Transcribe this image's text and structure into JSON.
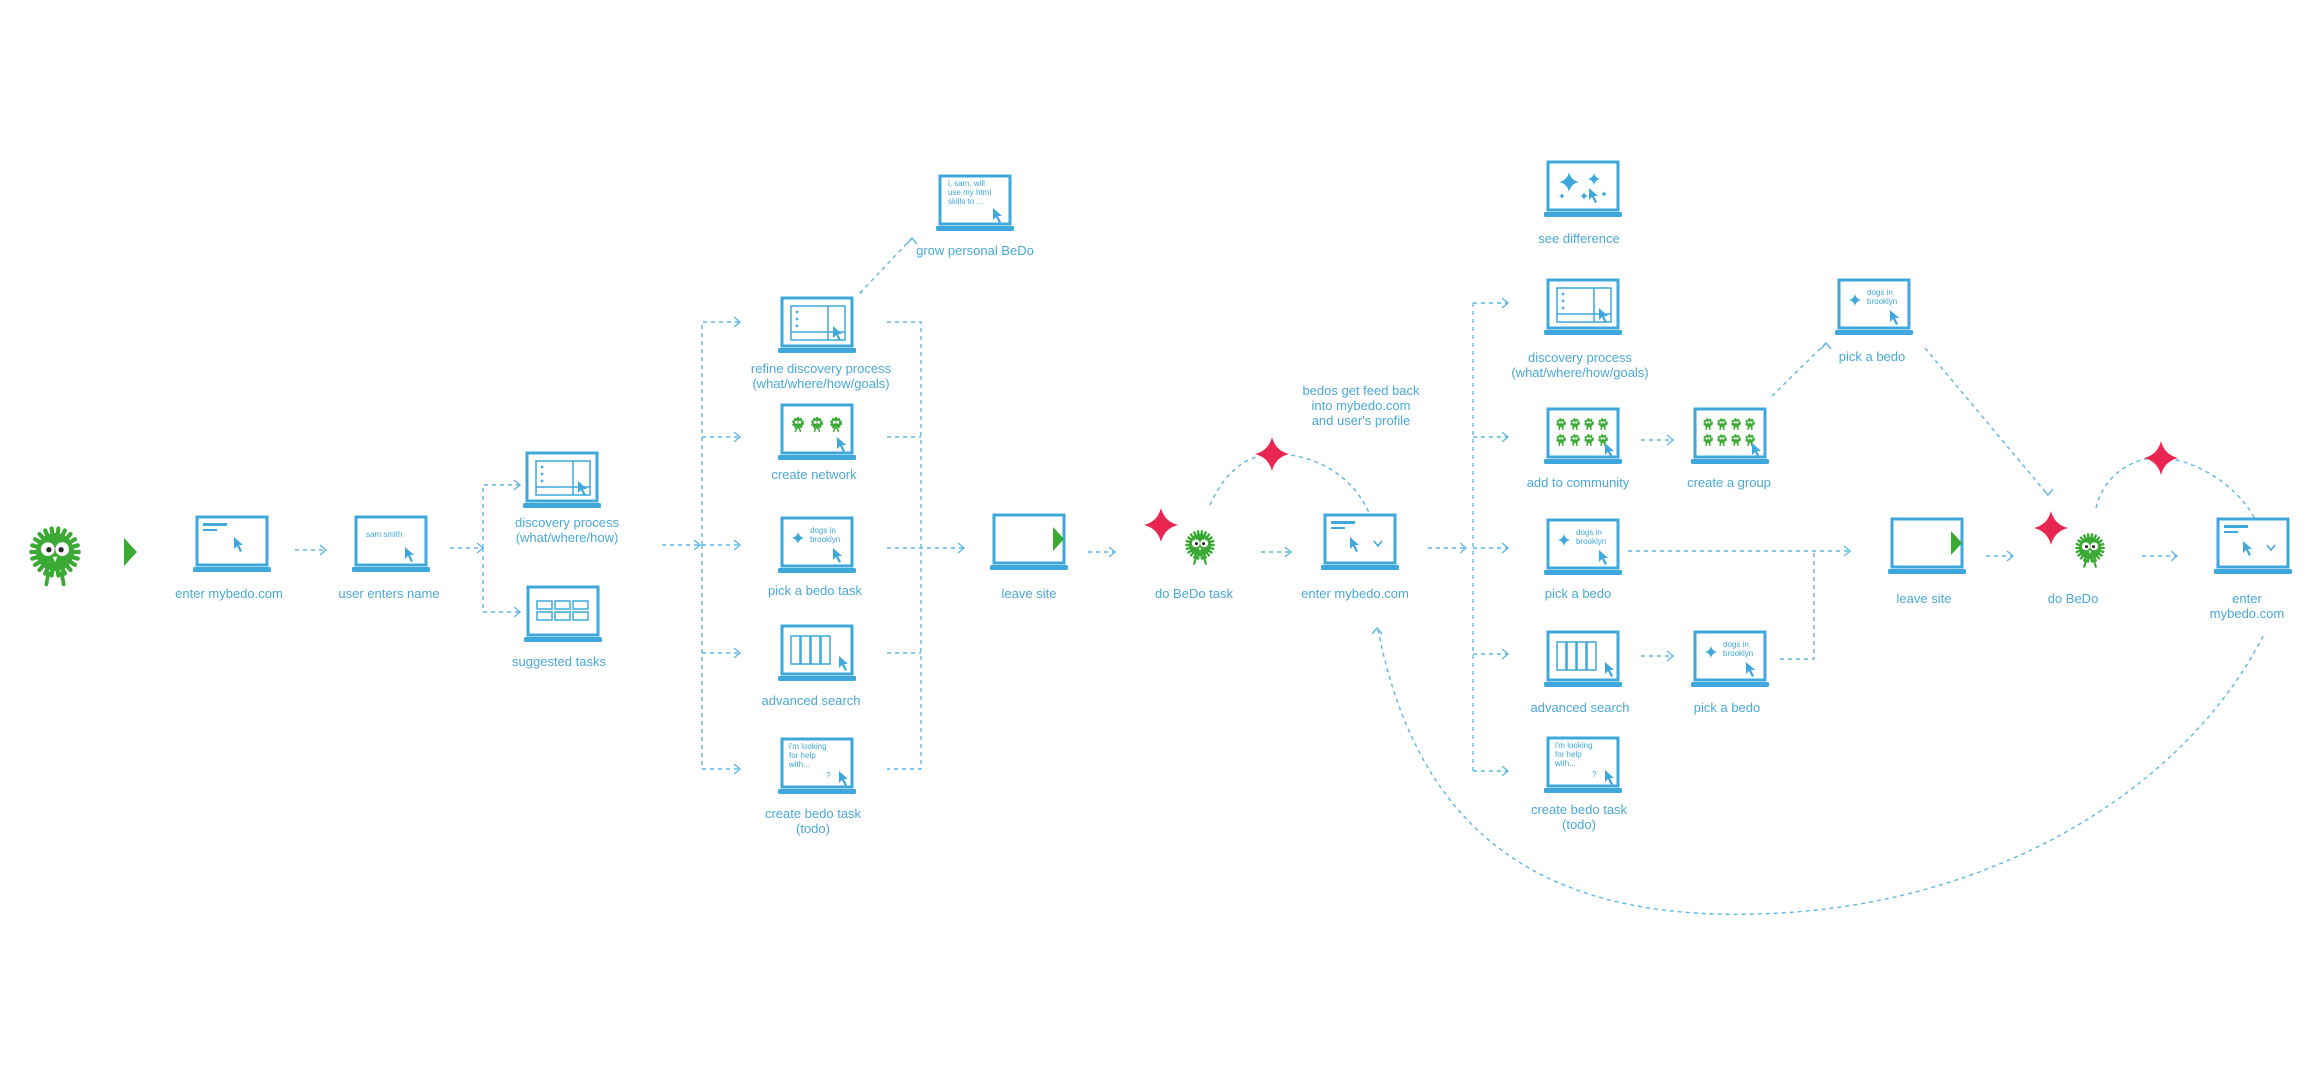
{
  "colors": {
    "flow": "#3ea8dc",
    "arrow": "#5fb7e5",
    "mascot": "#3aaa35",
    "spark": "#e8264f",
    "play": "#3aaa35"
  },
  "input_values": {
    "user_name": "sam smith",
    "dogs_in_brooklyn": "dogs in brooklyn",
    "grow_message": "i, sam, will use my html skills to ...",
    "help_message": "i'm looking for help with..."
  },
  "nodes": {
    "enter_mybedo_1": "enter mybedo.com",
    "user_enters_name": "user enters name",
    "discovery_process_1": "discovery process\n(what/where/how)",
    "suggested_tasks": "suggested tasks",
    "grow_personal_bedo": "grow personal BeDo",
    "refine_discovery": "refine discovery process\n(what/where/how/goals)",
    "create_network": "create network",
    "pick_bedo_task": "pick a bedo task",
    "advanced_search_1": "advanced search",
    "create_bedo_task_1": "create bedo task\n(todo)",
    "leave_site_1": "leave site",
    "do_bedo_task": "do BeDo task",
    "feedback_note": "bedos get feed back\ninto mybedo.com\nand user's profile",
    "enter_mybedo_2": "enter mybedo.com",
    "see_difference": "see difference",
    "discovery_process_2": "discovery process\n(what/where/how/goals)",
    "add_to_community": "add to community",
    "create_group": "create a group",
    "pick_bedo_1": "pick a bedo",
    "pick_bedo_2": "pick a bedo",
    "advanced_search_2": "advanced search",
    "pick_bedo_3": "pick a bedo",
    "create_bedo_task_2": "create bedo task\n(todo)",
    "leave_site_2": "leave site",
    "do_bedo": "do BeDo",
    "enter_mybedo_3": "enter mybedo.com"
  }
}
